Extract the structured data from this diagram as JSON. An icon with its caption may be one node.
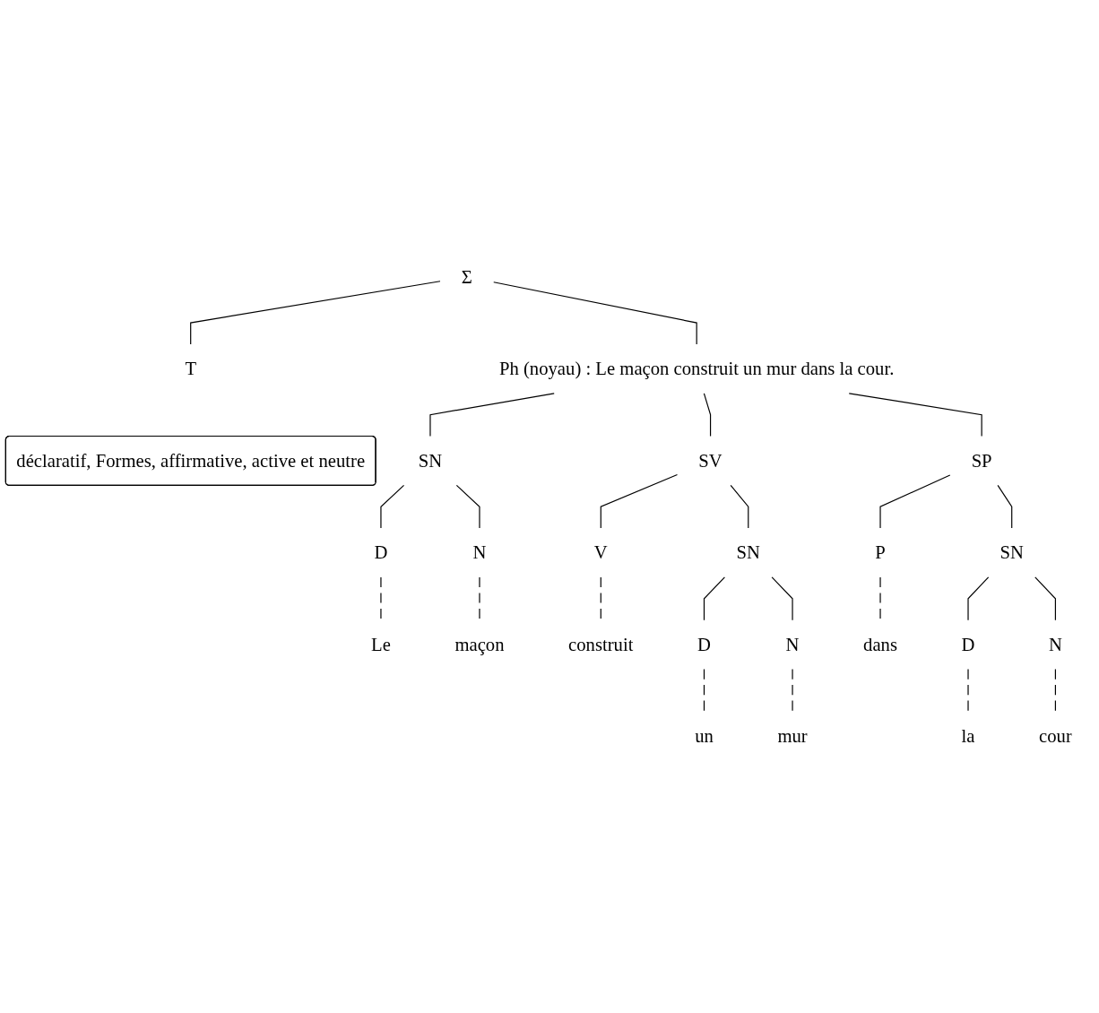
{
  "diagram": {
    "nodes": [
      {
        "text": [
          "Σ"
        ]
      },
      {
        "text": [
          "T"
        ]
      },
      {
        "text": [
          "Ph (noyau) : Le maçon construit un mur dans la cour."
        ]
      },
      {
        "text": [
          "déclaratif, Formes, affirmative, active et neutre"
        ]
      },
      {
        "text": [
          "SN"
        ]
      },
      {
        "text": [
          "SV"
        ]
      },
      {
        "text": [
          "SP"
        ]
      },
      {
        "text": [
          "D"
        ]
      },
      {
        "text": [
          "N"
        ]
      },
      {
        "text": [
          "V"
        ]
      },
      {
        "text": [
          "SN"
        ]
      },
      {
        "text": [
          "P"
        ]
      },
      {
        "text": [
          "SN"
        ]
      },
      {
        "text": [
          "D"
        ]
      },
      {
        "text": [
          "N"
        ]
      },
      {
        "text": [
          "D"
        ]
      },
      {
        "text": [
          "N"
        ]
      },
      {
        "text": [
          "Le"
        ]
      },
      {
        "text": [
          "maçon"
        ]
      },
      {
        "text": [
          "construit"
        ]
      },
      {
        "text": [
          "un"
        ]
      },
      {
        "text": [
          "mur"
        ]
      },
      {
        "text": [
          "dans"
        ]
      },
      {
        "text": [
          "la"
        ]
      },
      {
        "text": [
          "cour"
        ]
      }
    ],
    "edges": [
      {
        "from": 0,
        "to": 1,
        "arrow": "none"
      },
      {
        "from": 0,
        "to": 2,
        "arrow": "none"
      },
      {
        "from": 2,
        "to": 4,
        "arrow": "none"
      },
      {
        "from": 2,
        "to": 5,
        "arrow": "none"
      },
      {
        "from": 2,
        "to": 6,
        "arrow": "none"
      },
      {
        "from": 4,
        "to": 7,
        "arrow": "none"
      },
      {
        "from": 4,
        "to": 8,
        "arrow": "none"
      },
      {
        "from": 5,
        "to": 9,
        "arrow": "none"
      },
      {
        "from": 5,
        "to": 10,
        "arrow": "none"
      },
      {
        "from": 6,
        "to": 11,
        "arrow": "none"
      },
      {
        "from": 6,
        "to": 12,
        "arrow": "none"
      },
      {
        "from": 10,
        "to": 13,
        "arrow": "none"
      },
      {
        "from": 10,
        "to": 14,
        "arrow": "none"
      },
      {
        "from": 12,
        "to": 15,
        "arrow": "none"
      },
      {
        "from": 12,
        "to": 16,
        "arrow": "none"
      },
      {
        "from": 7,
        "to": 17,
        "arrow": "none",
        "style": "dashed"
      },
      {
        "from": 8,
        "to": 18,
        "arrow": "none",
        "style": "dashed"
      },
      {
        "from": 9,
        "to": 19,
        "arrow": "none",
        "style": "dashed"
      },
      {
        "from": 13,
        "to": 20,
        "arrow": "none",
        "style": "dashed"
      },
      {
        "from": 14,
        "to": 21,
        "arrow": "none",
        "style": "dashed"
      },
      {
        "from": 11,
        "to": 22,
        "arrow": "none",
        "style": "dashed"
      },
      {
        "from": 15,
        "to": 23,
        "arrow": "none",
        "style": "dashed"
      },
      {
        "from": 16,
        "to": 24,
        "arrow": "none",
        "style": "dashed"
      }
    ]
  }
}
